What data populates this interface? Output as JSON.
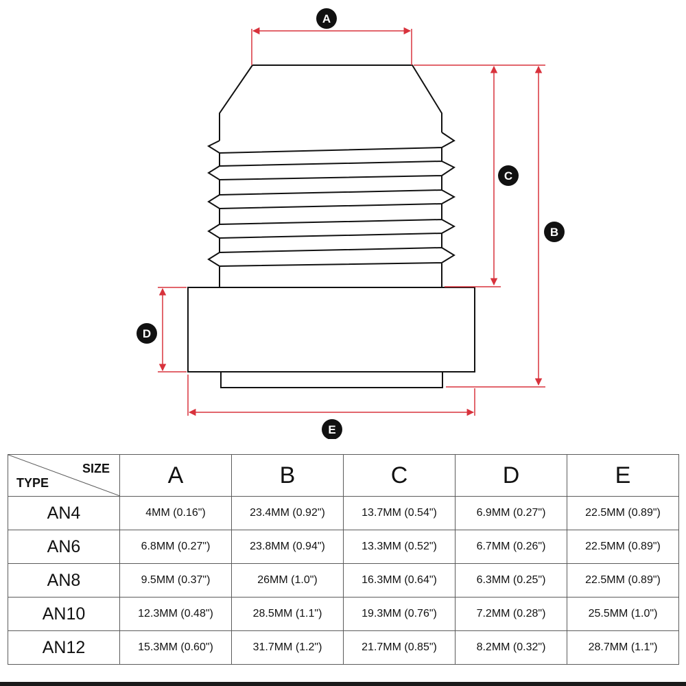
{
  "diagram": {
    "dimension_labels": [
      "A",
      "B",
      "C",
      "D",
      "E"
    ]
  },
  "table": {
    "corner": {
      "size_label": "SIZE",
      "type_label": "TYPE"
    },
    "columns": [
      "A",
      "B",
      "C",
      "D",
      "E"
    ],
    "rows": [
      {
        "type": "AN4",
        "values": [
          "4MM (0.16\")",
          "23.4MM (0.92\")",
          "13.7MM (0.54\")",
          "6.9MM (0.27\")",
          "22.5MM (0.89\")"
        ]
      },
      {
        "type": "AN6",
        "values": [
          "6.8MM (0.27\")",
          "23.8MM (0.94\")",
          "13.3MM (0.52\")",
          "6.7MM (0.26\")",
          "22.5MM (0.89\")"
        ]
      },
      {
        "type": "AN8",
        "values": [
          "9.5MM (0.37\")",
          "26MM (1.0\")",
          "16.3MM (0.64\")",
          "6.3MM (0.25\")",
          "22.5MM (0.89\")"
        ]
      },
      {
        "type": "AN10",
        "values": [
          "12.3MM (0.48\")",
          "28.5MM (1.1\")",
          "19.3MM (0.76\")",
          "7.2MM (0.28\")",
          "25.5MM (1.0\")"
        ]
      },
      {
        "type": "AN12",
        "values": [
          "15.3MM (0.60\")",
          "31.7MM (1.2\")",
          "21.7MM (0.85\")",
          "8.2MM (0.32\")",
          "28.7MM (1.1\")"
        ]
      }
    ]
  },
  "colors": {
    "dimension": "#d8323c",
    "outline": "#111111",
    "grid": "#5a5a5a"
  }
}
